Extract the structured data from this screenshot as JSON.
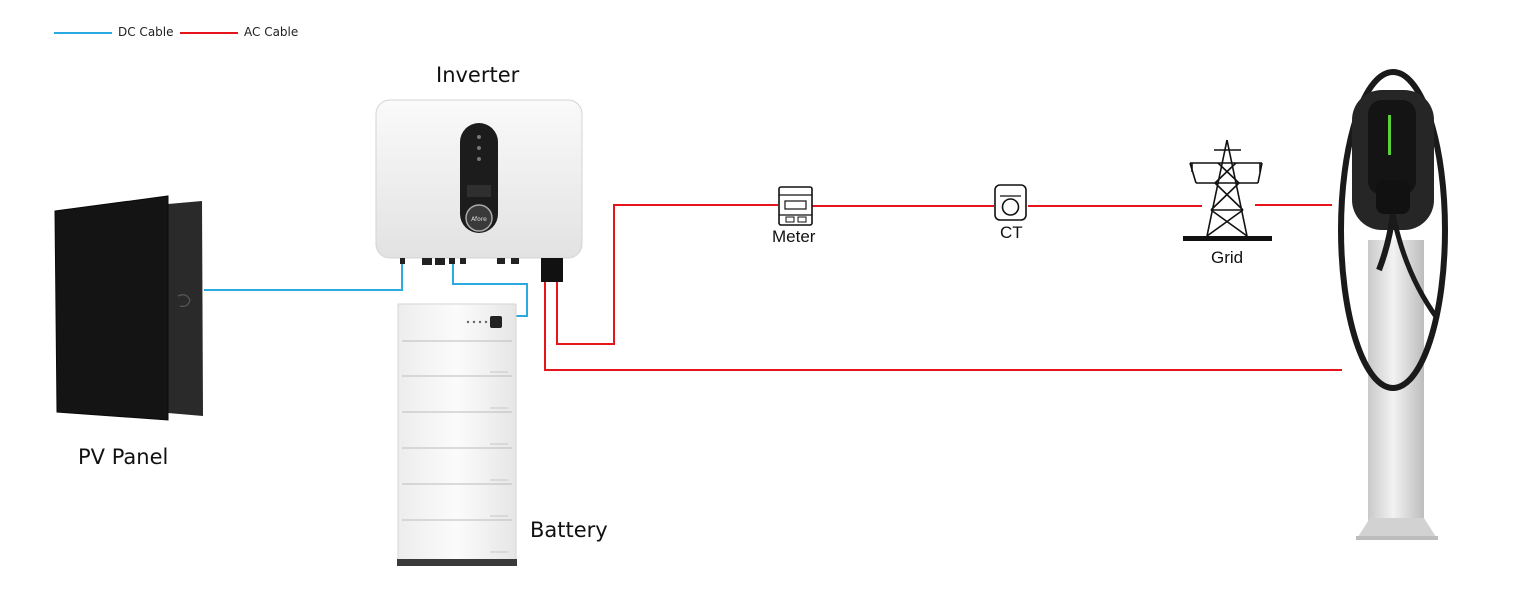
{
  "legend": {
    "dc_label": "DC Cable",
    "ac_label": "AC Cable",
    "dc_color": "#29abe2",
    "ac_color": "#e8141b"
  },
  "nodes": {
    "inverter": "Inverter",
    "pv_panel": "PV Panel",
    "battery": "Battery",
    "meter": "Meter",
    "ct": "CT",
    "grid": "Grid"
  },
  "inverter_display_brand": "Afore",
  "icons": [
    "pv-panel-icon",
    "inverter-icon",
    "battery-icon",
    "meter-icon",
    "ct-icon",
    "grid-tower-icon",
    "ev-charger-icon"
  ]
}
